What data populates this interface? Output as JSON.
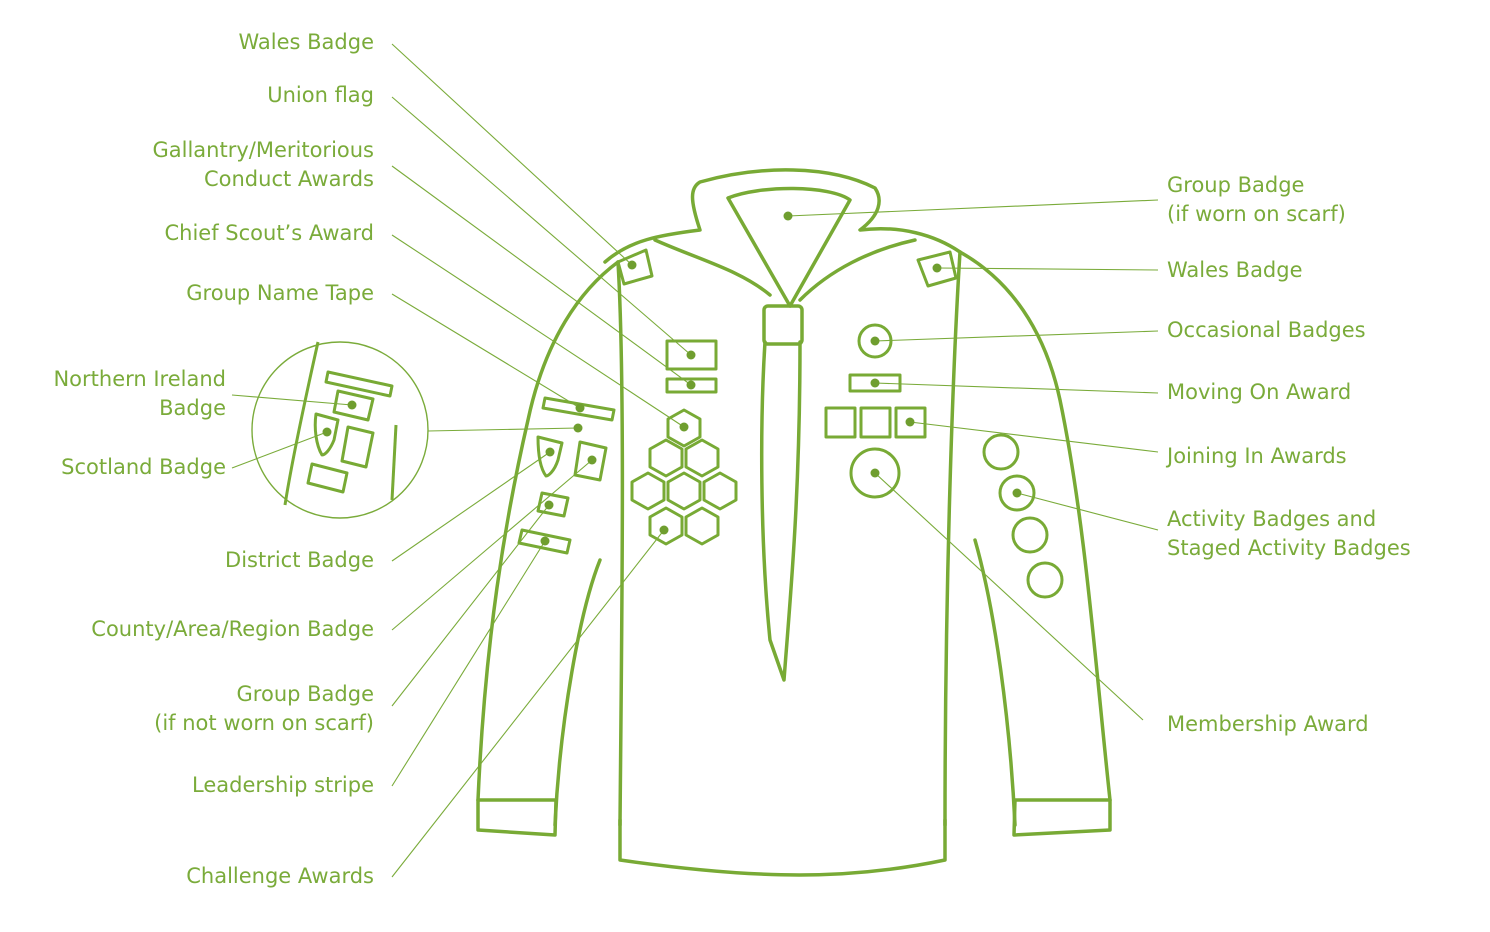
{
  "colors": {
    "accent": "#7aab3a",
    "outline": "#78aa35",
    "background": "#ffffff"
  },
  "labels_left": [
    {
      "id": "wales-badge-left",
      "text": "Wales Badge"
    },
    {
      "id": "union-flag",
      "text": "Union flag"
    },
    {
      "id": "gallantry",
      "text": "Gallantry/Meritorious\nConduct Awards"
    },
    {
      "id": "chief-scout",
      "text": "Chief Scout’s Award"
    },
    {
      "id": "group-name-tape",
      "text": "Group Name Tape"
    },
    {
      "id": "northern-ireland",
      "text": "Northern Ireland\nBadge"
    },
    {
      "id": "scotland",
      "text": "Scotland Badge"
    },
    {
      "id": "district",
      "text": "District Badge"
    },
    {
      "id": "county",
      "text": "County/Area/Region Badge"
    },
    {
      "id": "group-badge-not-scarf",
      "text": "Group Badge\n(if not worn on scarf)"
    },
    {
      "id": "leadership-stripe",
      "text": "Leadership stripe"
    },
    {
      "id": "challenge-awards",
      "text": "Challenge Awards"
    }
  ],
  "labels_right": [
    {
      "id": "group-badge-scarf",
      "text": "Group Badge\n(if worn on scarf)"
    },
    {
      "id": "wales-badge-right",
      "text": "Wales Badge"
    },
    {
      "id": "occasional",
      "text": "Occasional Badges"
    },
    {
      "id": "moving-on",
      "text": "Moving On Award"
    },
    {
      "id": "joining-in",
      "text": "Joining In Awards"
    },
    {
      "id": "activity",
      "text": "Activity Badges and\nStaged Activity Badges"
    },
    {
      "id": "membership",
      "text": "Membership Award"
    }
  ]
}
